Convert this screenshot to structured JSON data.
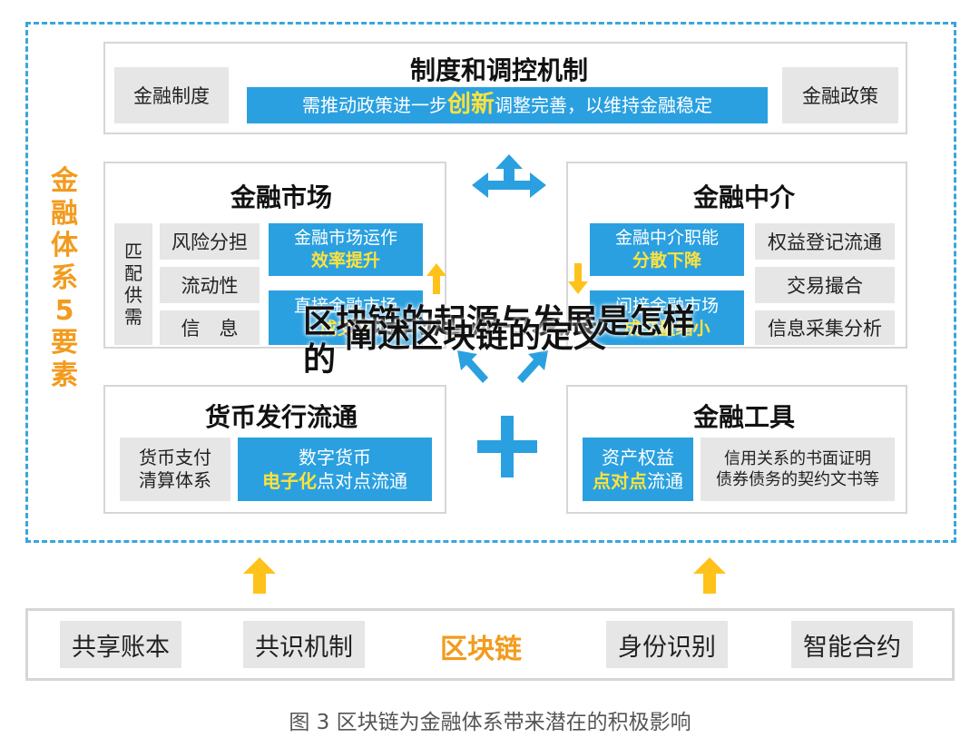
{
  "side_label": [
    "金",
    "融",
    "体",
    "系",
    "5",
    "要",
    "素"
  ],
  "top": {
    "title": "制度和调控机制",
    "left": "金融制度",
    "right": "金融政策",
    "center_pre": "需推动政策进一步",
    "center_hl": "创新",
    "center_post": "调整完善，以维持金融稳定"
  },
  "market": {
    "title": "金融市场",
    "side": [
      "匹",
      "配",
      "供",
      "需"
    ],
    "items": [
      "风险分担",
      "流动性",
      "信　息"
    ],
    "blue1_top": "金融市场运作",
    "blue1_hl": "效率提升",
    "blue2_top": "直接金融市场",
    "blue2_hl": "成交量"
  },
  "intermediary": {
    "title": "金融中介",
    "blue1_top": "金融中介职能",
    "blue1_hl": "分散下降",
    "blue2_top": "间接金融市场",
    "blue2_hl": "成交量缩小",
    "items": [
      "权益登记流通",
      "交易撮合",
      "信息采集分析"
    ]
  },
  "currency": {
    "title": "货币发行流通",
    "left": "货币支付\n清算体系",
    "blue_top": "数字货币",
    "blue_hl": "电子化",
    "blue_post": "点对点流通"
  },
  "tools": {
    "title": "金融工具",
    "blue_top": "资产权益",
    "blue_hl": "点对点",
    "blue_post": "流通",
    "right": "信用关系的书面证明\n债券债务的契约文书等"
  },
  "bottom": {
    "items": [
      "共享账本",
      "共识机制",
      "身份识别",
      "智能合约"
    ],
    "center": "区块链"
  },
  "caption": "图 3  区块链为金融体系带来潜在的积极影响",
  "overlay": {
    "line1": "区块链的起源与发展是怎样",
    "line2": "的",
    "line3": "阐述区块链的定义"
  },
  "colors": {
    "blue": "#2aa0e0",
    "orange": "#f29b1e",
    "yellow": "#ffc21a",
    "grey": "#e6e6e6"
  }
}
